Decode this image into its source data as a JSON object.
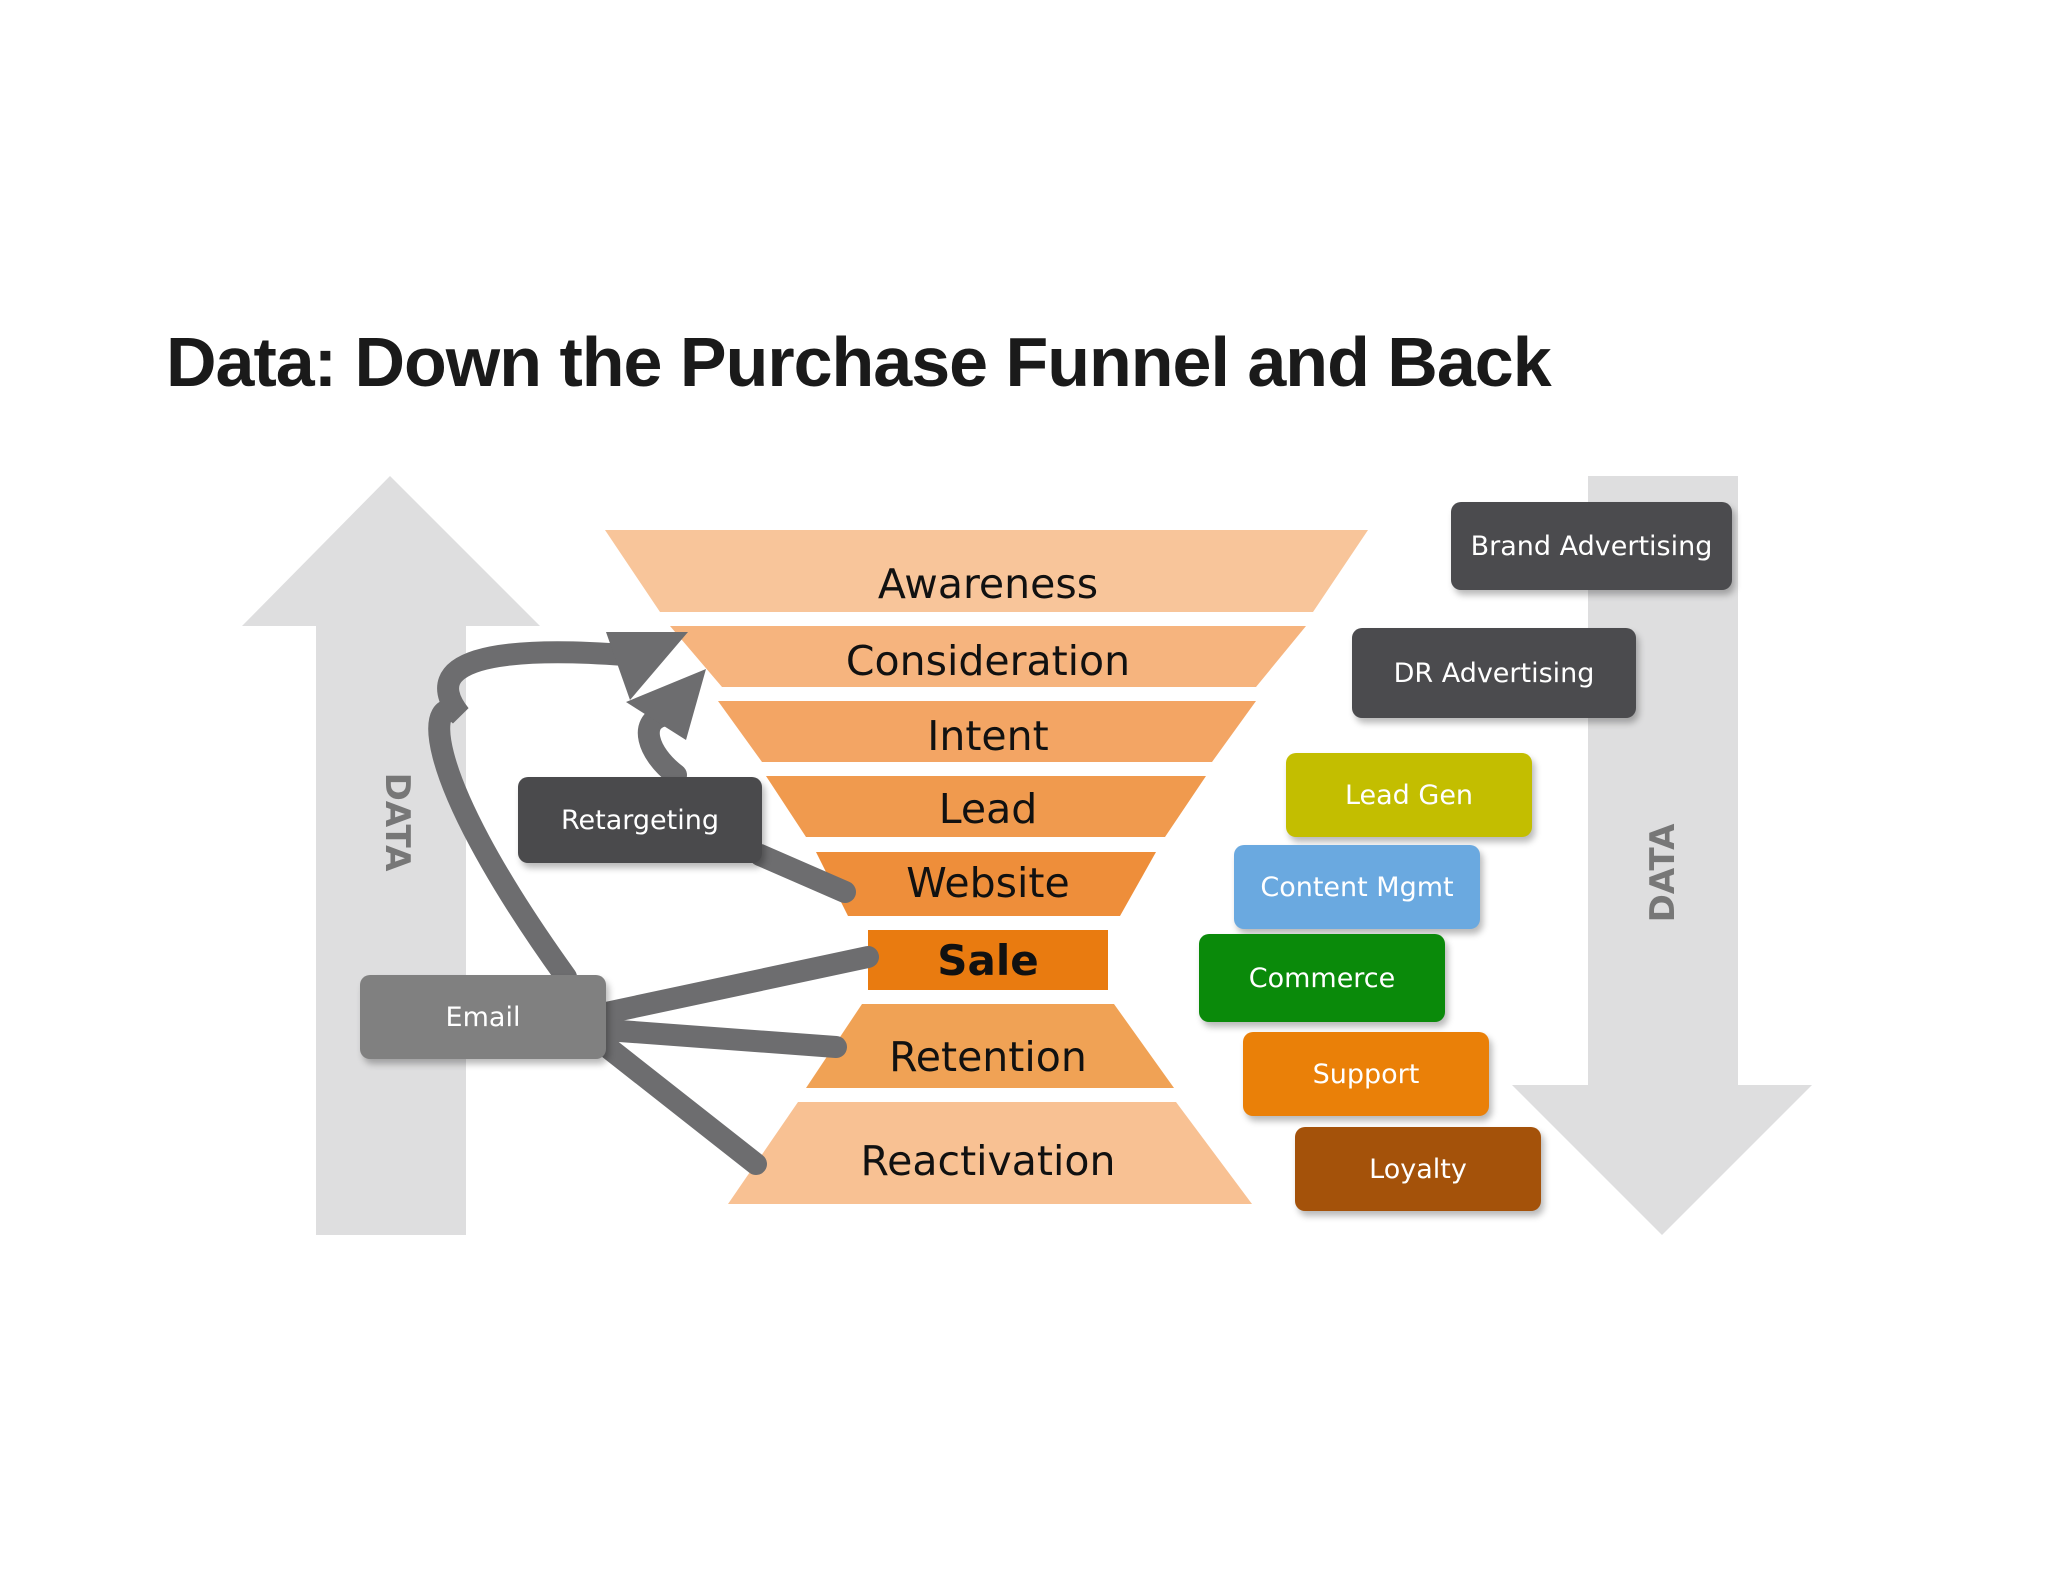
{
  "title": "Data: Down the Purchase Funnel and Back",
  "funnel_stages": [
    {
      "label": "Awareness",
      "color": "#f8c59a"
    },
    {
      "label": "Consideration",
      "color": "#f6b47e"
    },
    {
      "label": "Intent",
      "color": "#f3a564"
    },
    {
      "label": "Lead",
      "color": "#f09a4e"
    },
    {
      "label": "Website",
      "color": "#ee8e3a"
    },
    {
      "label": "Sale",
      "color": "#e97b10",
      "emphasis": true
    },
    {
      "label": "Retention",
      "color": "#f0a255"
    },
    {
      "label": "Reactivation",
      "color": "#f8c193"
    }
  ],
  "side_data_labels": {
    "left": "DATA",
    "right": "DATA"
  },
  "left_boxes": {
    "retargeting": {
      "label": "Retargeting",
      "color": "#4a4a4c"
    },
    "email": {
      "label": "Email",
      "color": "#808080"
    }
  },
  "right_boxes": [
    {
      "label": "Brand Advertising",
      "color": "#4b4b4e"
    },
    {
      "label": "DR Advertising",
      "color": "#4b4b4e"
    },
    {
      "label": "Lead Gen",
      "color": "#c3be00"
    },
    {
      "label": "Content Mgmt",
      "color": "#6aa9e0"
    },
    {
      "label": "Commerce",
      "color": "#0a8a0a"
    },
    {
      "label": "Support",
      "color": "#ea8008"
    },
    {
      "label": "Loyalty",
      "color": "#a4520a"
    }
  ],
  "colors": {
    "side_arrow": "#dededf",
    "connector": "#6d6d6f"
  }
}
